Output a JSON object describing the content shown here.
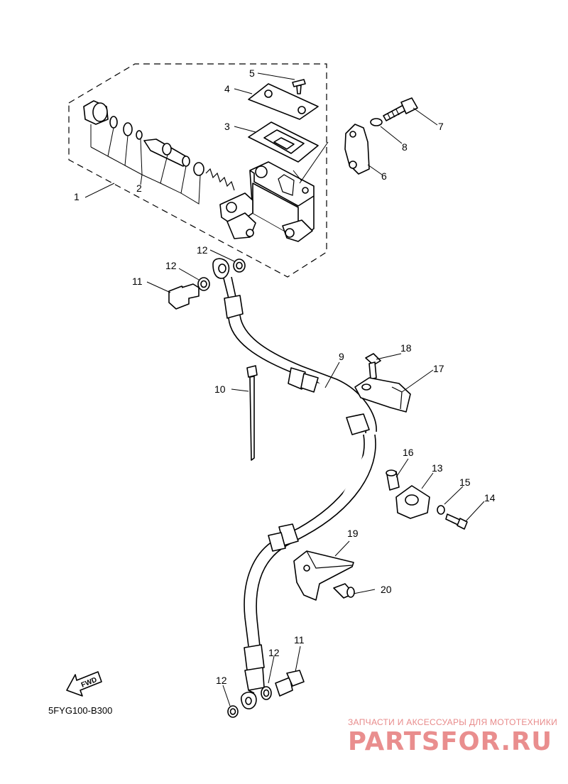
{
  "callouts": [
    "1",
    "2",
    "3",
    "4",
    "5",
    "6",
    "7",
    "8",
    "9",
    "10",
    "11",
    "12",
    "13",
    "14",
    "15",
    "16",
    "17",
    "18",
    "19",
    "20"
  ],
  "diagram_code": "5FYG100-B300",
  "fwd_label": "FWD",
  "watermark": {
    "subtitle": "ЗАПЧАСТИ И АКСЕССУАРЫ ДЛЯ МОТОТЕХНИКИ",
    "logo": "PARTSFOR.RU"
  }
}
